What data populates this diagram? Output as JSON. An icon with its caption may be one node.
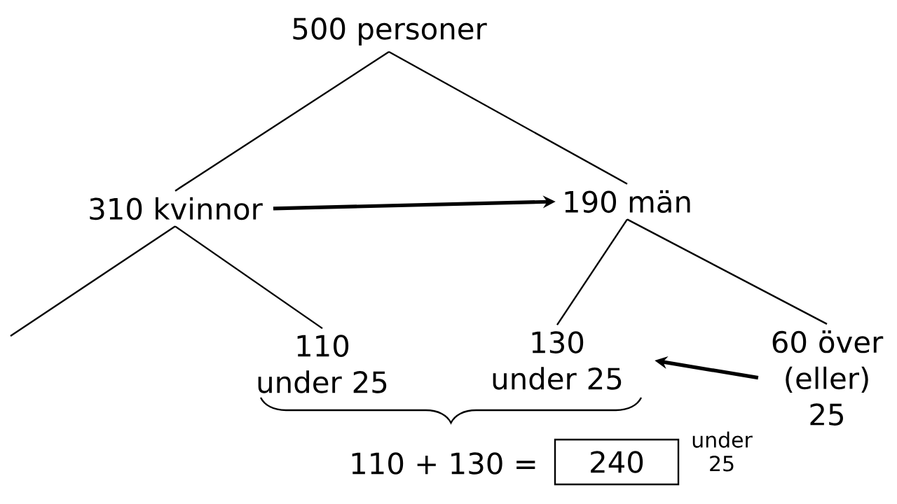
{
  "diagram": {
    "nodes": [
      {
        "text": [
          "500 personer"
        ]
      },
      {
        "text": [
          "310 kvinnor"
        ]
      },
      {
        "text": [
          "190 män"
        ]
      },
      {
        "text": [
          "110 under 25"
        ]
      },
      {
        "text": [
          "130 under 25"
        ]
      },
      {
        "text": [
          "60 över (eller) 25"
        ]
      },
      {
        "text": [
          "240"
        ],
        "beside": [
          "under 25"
        ]
      }
    ],
    "edges": [
      {
        "from": 0,
        "to": 1,
        "arrow": "none"
      },
      {
        "from": 0,
        "to": 2,
        "arrow": "none"
      },
      {
        "from": 1,
        "to": null,
        "arrow": "none"
      },
      {
        "from": 1,
        "to": 3,
        "arrow": "none"
      },
      {
        "from": 2,
        "to": 4,
        "arrow": "none"
      },
      {
        "from": 2,
        "to": 5,
        "arrow": "none"
      },
      {
        "from": 1,
        "to": 2,
        "arrow": "to",
        "style": "thick"
      },
      {
        "from": 5,
        "to": 4,
        "arrow": "to",
        "style": "thick"
      }
    ],
    "labels": [
      "110 + 130 ="
    ]
  }
}
